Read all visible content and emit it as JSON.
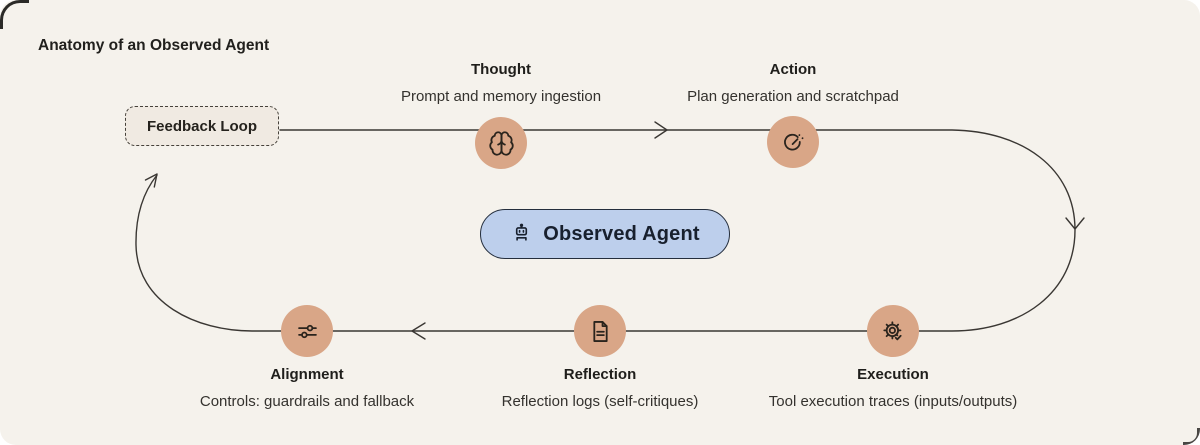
{
  "title": "Anatomy of an Observed Agent",
  "colors": {
    "canvas_background": "#F5F2EC",
    "node_circle": "#D9A687",
    "agent_pill": "#BDCFEC",
    "line": "#3A3733",
    "text_primary": "#1F1E1B",
    "text_secondary": "#34322E"
  },
  "feedback_loop": {
    "label": "Feedback Loop"
  },
  "agent": {
    "label": "Observed Agent",
    "icon": "bot-icon"
  },
  "nodes": [
    {
      "id": "thought",
      "title": "Thought",
      "subtitle": "Prompt and memory ingestion",
      "icon": "brain-icon"
    },
    {
      "id": "action",
      "title": "Action",
      "subtitle": "Plan generation and scratchpad",
      "icon": "gauge-sparkle-icon"
    },
    {
      "id": "execution",
      "title": "Execution",
      "subtitle": "Tool execution traces (inputs/outputs)",
      "icon": "gear-check-icon"
    },
    {
      "id": "reflection",
      "title": "Reflection",
      "subtitle": "Reflection logs (self-critiques)",
      "icon": "file-text-icon"
    },
    {
      "id": "alignment",
      "title": "Alignment",
      "subtitle": "Controls: guardrails and fallback",
      "icon": "sliders-icon"
    }
  ]
}
